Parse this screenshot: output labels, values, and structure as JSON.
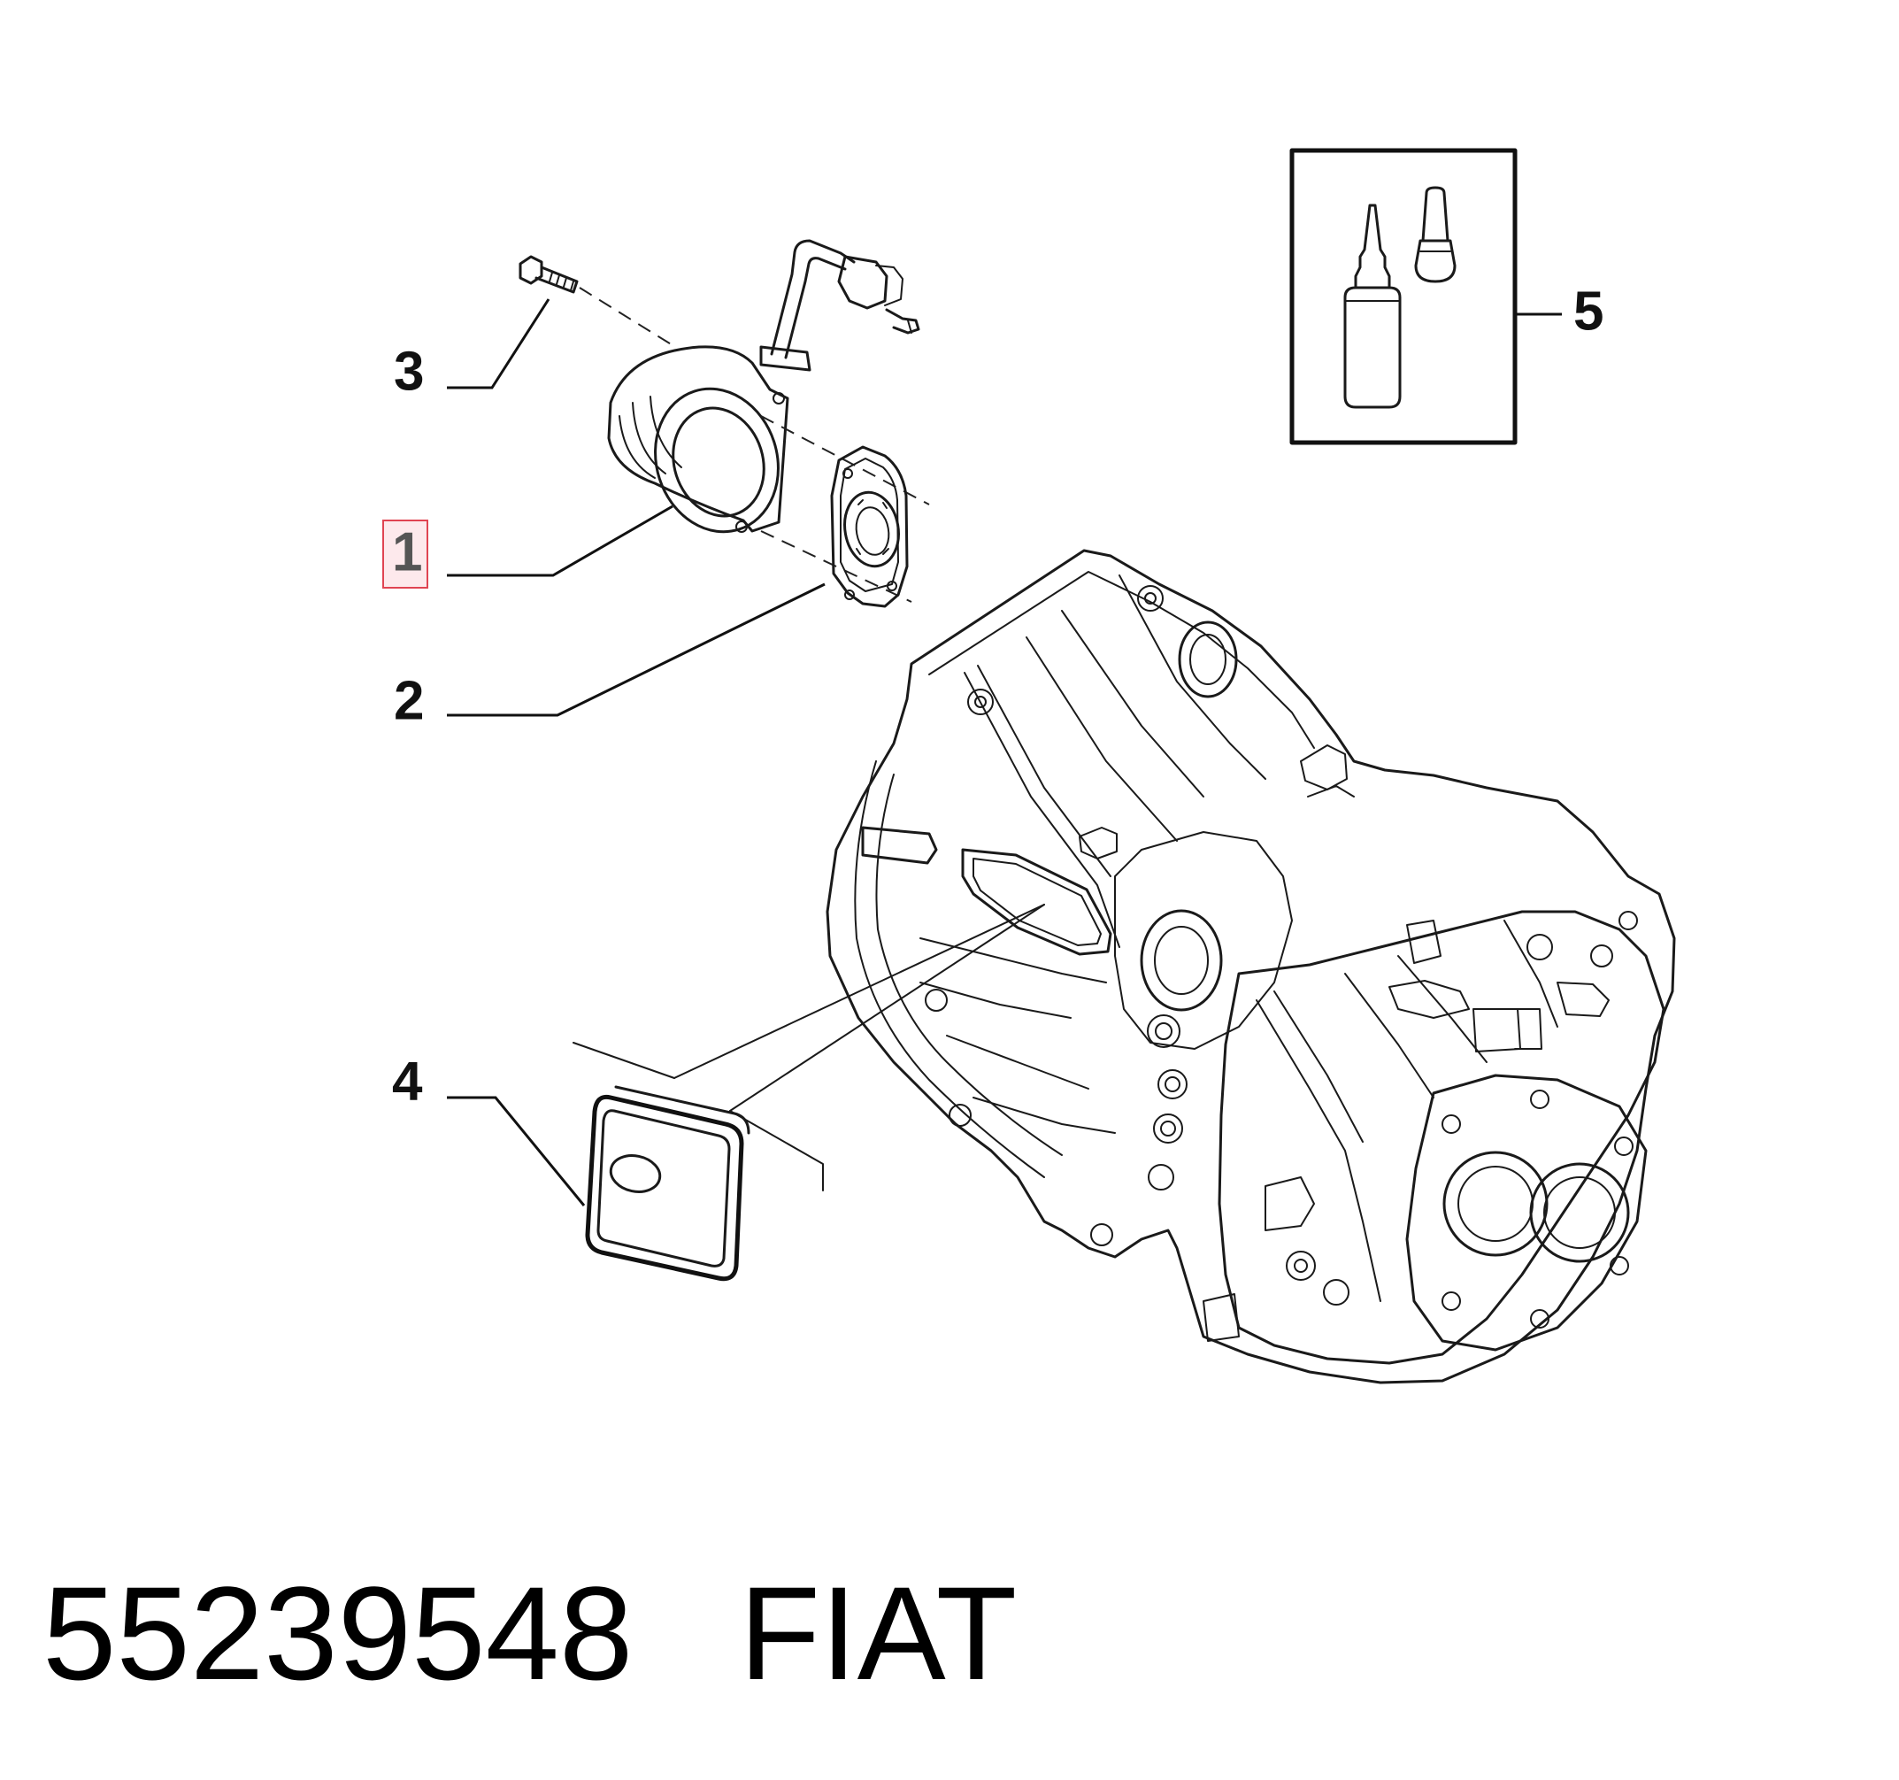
{
  "callouts": {
    "c1": "1",
    "c2": "2",
    "c3": "3",
    "c4": "4",
    "c5": "5"
  },
  "footer": {
    "part_number": "55239548",
    "brand": "FIAT"
  },
  "colors": {
    "highlight_fill": "#fde9ec",
    "highlight_stroke": "#e04452",
    "ink": "#1a1a1a"
  },
  "icons": {
    "part_1": "clutch-slave-cylinder-icon",
    "part_2": "release-bearing-icon",
    "part_3": "bolt-icon",
    "part_4": "gasket-plate-icon",
    "part_5": "sealant-bottle-icon",
    "assembly": "gearbox-housing-icon"
  }
}
